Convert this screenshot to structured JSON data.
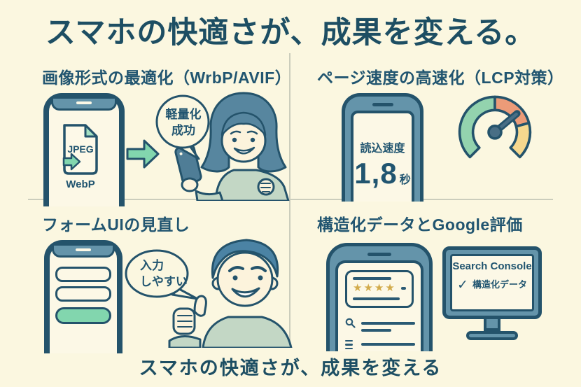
{
  "page": {
    "title": "スマホの快適さが、成果を変える。",
    "footer": "スマホの快適さが、成果を変える"
  },
  "quadrants": {
    "image_format": {
      "heading": "画像形式の最適化（WrbP/AVIF）",
      "file_from": "JPEG",
      "file_to": "WebP",
      "bubble_line1": "軽量化",
      "bubble_line2": "成功"
    },
    "page_speed": {
      "heading": "ページ速度の高速化（LCP対策）",
      "speed_label": "読込速度",
      "speed_value": "1,8",
      "speed_unit": "秒"
    },
    "form_ui": {
      "heading": "フォームUIの見直し",
      "bubble_line1": "入力",
      "bubble_line2": "しやすい"
    },
    "structured_data": {
      "heading": "構造化データとGoogle評価",
      "review_stars": "★★★★",
      "monitor_title": "Search Console",
      "check_glyph": "✓",
      "monitor_check_label": "構造化データ"
    }
  },
  "colors": {
    "background": "#fbf7e0",
    "ink": "#1d4e63",
    "slate_blue": "#6494aa",
    "accent_green": "#82d6ae",
    "shirt_green": "#c3d7c5",
    "gauge_green": "#93d3ae",
    "gauge_orange": "#ec9b78",
    "gauge_yellow": "#f6d88e",
    "star_gold": "#d2ab4a",
    "divider": "#cbcdbc"
  }
}
